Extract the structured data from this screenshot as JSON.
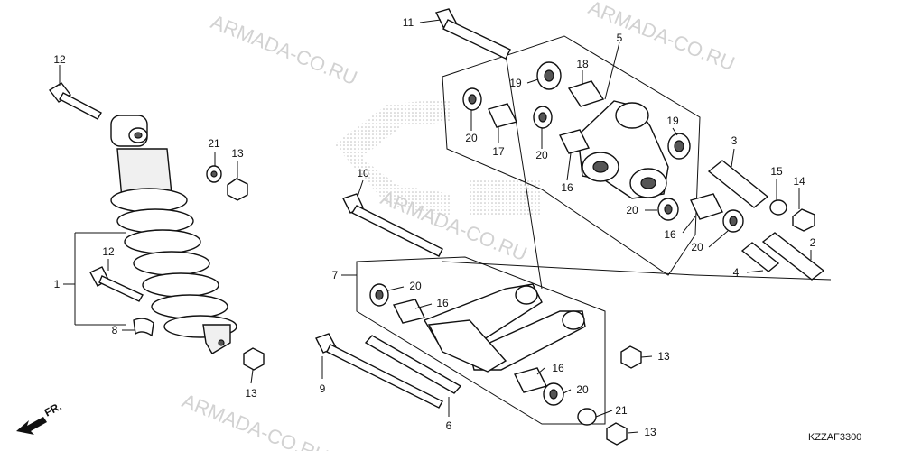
{
  "watermark": "ARMADA-CO.RU",
  "diagram_code": "KZZAF3300",
  "direction_label": "FR.",
  "callouts": {
    "n1": "1",
    "n2": "2",
    "n3": "3",
    "n4": "4",
    "n5": "5",
    "n6": "6",
    "n7": "7",
    "n8": "8",
    "n9": "9",
    "n10": "10",
    "n11": "11",
    "n12a": "12",
    "n12b": "12",
    "n13a": "13",
    "n13b": "13",
    "n13c": "13",
    "n13d": "13",
    "n14": "14",
    "n15": "15",
    "n16a": "16",
    "n16b": "16",
    "n16c": "16",
    "n16d": "16",
    "n17": "17",
    "n18": "18",
    "n19a": "19",
    "n19b": "19",
    "n20a": "20",
    "n20b": "20",
    "n20c": "20",
    "n20d": "20",
    "n20e": "20",
    "n20f": "20",
    "n21a": "21",
    "n21b": "21"
  },
  "colors": {
    "line": "#111111",
    "watermark": "#d2d2d2",
    "logo_dots": "#bdbdbd"
  }
}
